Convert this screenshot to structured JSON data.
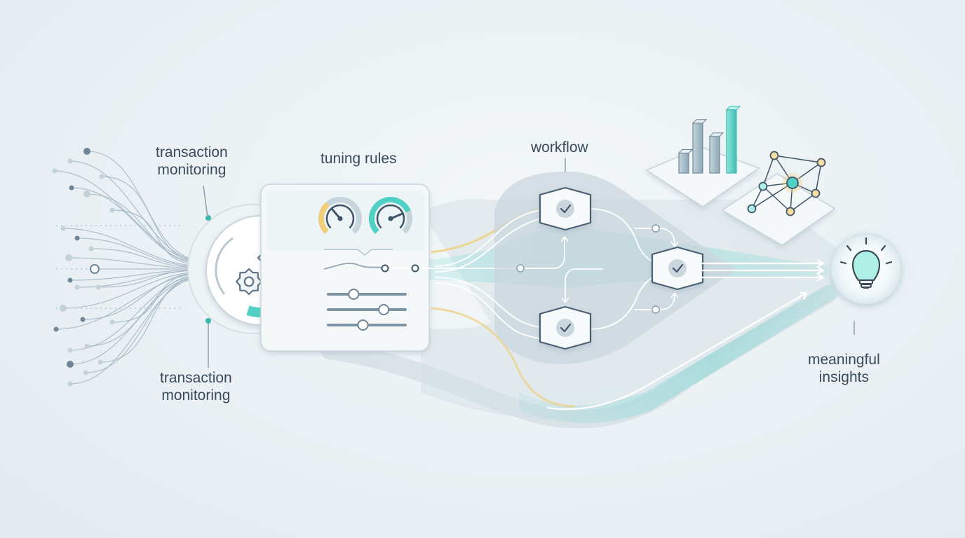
{
  "labels": {
    "transaction_monitoring_top": [
      "transaction",
      "monitoring"
    ],
    "tuning_rules": "tuning rules",
    "workflow": "workflow",
    "transaction_monitoring_bottom": [
      "transaction",
      "monitoring"
    ],
    "meaningful_insights": [
      "meaningful",
      "insights"
    ]
  },
  "colors": {
    "teal": "#4fd1c5",
    "teal_dark": "#3bb8b0",
    "amber": "#f0cf7a",
    "slate": "#6f8596",
    "node_line": "#9fb3c0",
    "text": "#3a4a5a"
  },
  "icons": [
    "gear-icon",
    "gauge-icon",
    "slider-icon",
    "check-icon",
    "bar-chart-icon",
    "network-graph-icon",
    "lightbulb-icon"
  ],
  "gauges": [
    {
      "name": "left-gauge",
      "level": 0.35
    },
    {
      "name": "right-gauge",
      "level": 0.75
    }
  ],
  "sliders": [
    {
      "name": "slider-1",
      "level": 0.33
    },
    {
      "name": "slider-2",
      "level": 0.72
    },
    {
      "name": "slider-3",
      "level": 0.45
    }
  ],
  "ring_progress": 0.55,
  "bar_chart_levels": [
    0.3,
    0.75,
    0.55,
    0.95
  ]
}
